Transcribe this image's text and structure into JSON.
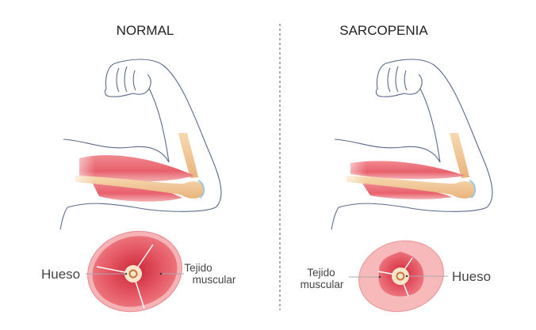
{
  "panels": [
    {
      "title": "NORMAL",
      "bone_label": "Hueso",
      "muscle_label_line1": "Tejido",
      "muscle_label_line2": "muscular"
    },
    {
      "title": "SARCOPENIA",
      "bone_label": "Hueso",
      "muscle_label_line1": "Tejido",
      "muscle_label_line2": "muscular"
    }
  ],
  "colors": {
    "muscle": "#e8707a",
    "muscle_light": "#f4a7ab",
    "bone": "#f3d2a8",
    "outline": "#5a6a8a",
    "divider": "#555555"
  }
}
